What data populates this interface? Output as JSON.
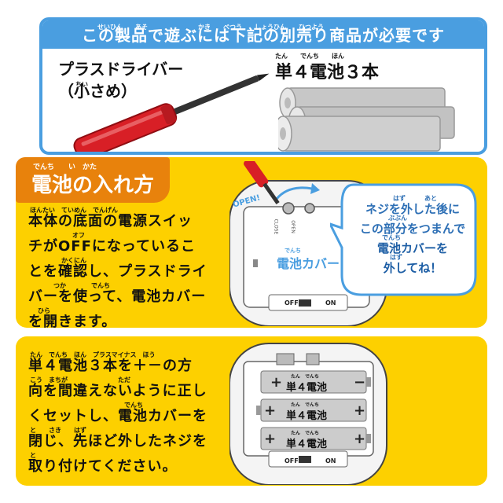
{
  "required": {
    "header": "この製品で遊ぶには下記の別売り商品が必要です",
    "header_ruby": "せいひん　　あそ　　　　　　　　かき　　べつう　　しょうひん　　ひつよう",
    "tool_line1": "プラスドライバー",
    "tool_line2": "（小さめ）",
    "tool_ruby": "ちい",
    "battery": "単４電池３本",
    "battery_ruby": "たん　　でんち　　ほん"
  },
  "step1": {
    "title": "電池の入れ方",
    "title_ruby": "でんち　　い　かた",
    "lines": [
      "本体の底面の電源スイッ",
      "チがOFFになっているこ",
      "とを確認し、プラスドライ",
      "バーを使って、電池カバー",
      "を開きます。"
    ],
    "ruby": [
      "ほんたい　ていめん　でんげん",
      "オフ",
      "かくにん",
      "つか　　　　でんち",
      "ひら"
    ],
    "open_tag": "OPEN!",
    "open_small": "OPEN",
    "close_small": "CLOSE",
    "cover_label": "電池カバー",
    "cover_ruby": "でんち",
    "switch_off": "OFF",
    "switch_on": "ON",
    "bubble_lines": [
      "ネジを外した後に",
      "この部分をつまんで",
      "電池カバーを",
      "外してね！"
    ],
    "bubble_ruby": [
      "はず　　　あと",
      "ぶぶん",
      "でんち",
      "はず"
    ]
  },
  "step2": {
    "lines": [
      "単４電池３本を＋－の方",
      "向を間違えないように正し",
      "くセットし、電池カバーを",
      "閉じ、先ほど外したネジを",
      "取り付けてください。"
    ],
    "ruby": [
      "たん　でんち　ほん　プラスマイナス　ほう",
      "こう　まちが　　　　　　　　ただ",
      "でんち",
      "と　　さき　　はず",
      "と"
    ],
    "battery_label": "単４電池",
    "battery_ruby": "たん　でんち",
    "switch_off": "OFF",
    "switch_on": "ON"
  },
  "colors": {
    "blue": "#4a9ee0",
    "yellow": "#fdd000",
    "orange": "#e8820c",
    "red": "#d81f26"
  }
}
